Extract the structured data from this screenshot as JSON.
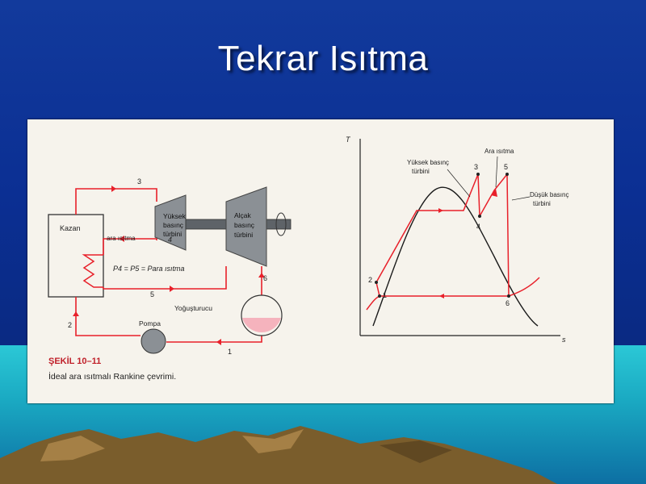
{
  "slide": {
    "title": "Tekrar Isıtma"
  },
  "figure": {
    "caption_label": "ŞEKİL 10–11",
    "caption_text": "İdeal ara ısıtmalı Rankine çevrimi.",
    "schematic": {
      "boiler": "Kazan",
      "hp_turbine": [
        "Yüksek",
        "basınç",
        "türbini"
      ],
      "lp_turbine": [
        "Alçak",
        "basınç",
        "türbini"
      ],
      "reheat": "ara ısıtma",
      "pressure_eq": "P4 = P5 = Para ısıtma",
      "condenser": "Yoğuşturucu",
      "pump": "Pompa",
      "state_labels": [
        "1",
        "2",
        "3",
        "4",
        "5",
        "6"
      ]
    },
    "ts_diagram": {
      "y_axis": "T",
      "x_axis": "s",
      "hp_label": [
        "Yüksek basınç",
        "türbini"
      ],
      "reheat_label": "Ara ısıtma",
      "lp_label": [
        "Düşük basınç",
        "türbini"
      ],
      "state_labels": [
        "1",
        "2",
        "3",
        "4",
        "5",
        "6"
      ]
    }
  },
  "colors": {
    "cycle_line": "#e8202a",
    "dome_line": "#1a1a1a",
    "condensate": "#f5b3bd"
  }
}
